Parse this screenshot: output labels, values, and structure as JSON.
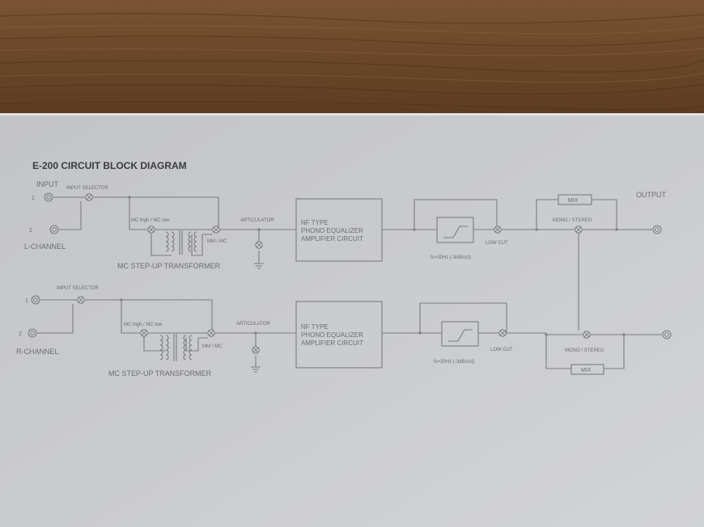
{
  "title": "E-200  CIRCUIT BLOCK DIAGRAM",
  "labels": {
    "input": "INPUT",
    "output": "OUTPUT",
    "l_channel": "L-CHANNEL",
    "r_channel": "R-CHANNEL",
    "input_selector": "INPUT SELECTOR",
    "input_1": "1",
    "input_2": "2",
    "mc_high_low": "MC high / MC low",
    "mm_mc": "MM / MC",
    "step_up": "MC STEP-UP TRANSFORMER",
    "articulator": "ARTICULATOR",
    "eq_line1": "NF TYPE",
    "eq_line2": "PHONO EQUALIZER",
    "eq_line3": "AMPLIFIER CIRCUIT",
    "fc": "fc=30Hz (-3dB/oct)",
    "low_cut": "LOW CUT",
    "mono_stereo": "MONO / STEREO",
    "mix": "MIX"
  },
  "colors": {
    "wood": "#6e4a2b",
    "panel": "#c9cacc",
    "line": "#7a7c80",
    "text": "#6b6d72",
    "title": "#3a3c40"
  }
}
